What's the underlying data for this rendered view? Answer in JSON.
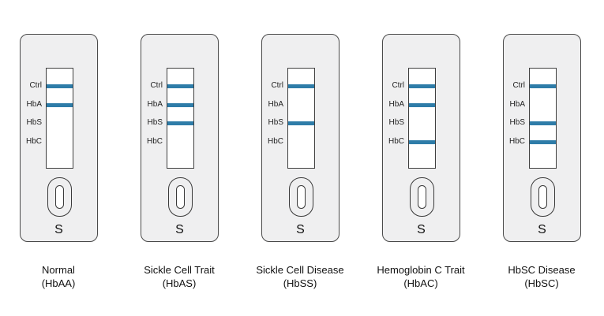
{
  "band_labels": [
    "Ctrl",
    "HbA",
    "HbS",
    "HbC"
  ],
  "sample_letter": "S",
  "band_color": "#2e7ca8",
  "cards": [
    {
      "name": "normal",
      "title": "Normal",
      "subtitle": "(HbAA)",
      "bands_present": [
        true,
        true,
        false,
        false
      ]
    },
    {
      "name": "sickle-cell-trait",
      "title": "Sickle Cell Trait",
      "subtitle": "(HbAS)",
      "bands_present": [
        true,
        true,
        true,
        false
      ]
    },
    {
      "name": "sickle-cell-disease",
      "title": "Sickle Cell Disease",
      "subtitle": "(HbSS)",
      "bands_present": [
        true,
        false,
        true,
        false
      ]
    },
    {
      "name": "hemoglobin-c-trait",
      "title": "Hemoglobin C Trait",
      "subtitle": "(HbAC)",
      "bands_present": [
        true,
        true,
        false,
        true
      ]
    },
    {
      "name": "hbsc-disease",
      "title": "HbSC Disease",
      "subtitle": "(HbSC)",
      "bands_present": [
        true,
        false,
        true,
        true
      ]
    }
  ]
}
